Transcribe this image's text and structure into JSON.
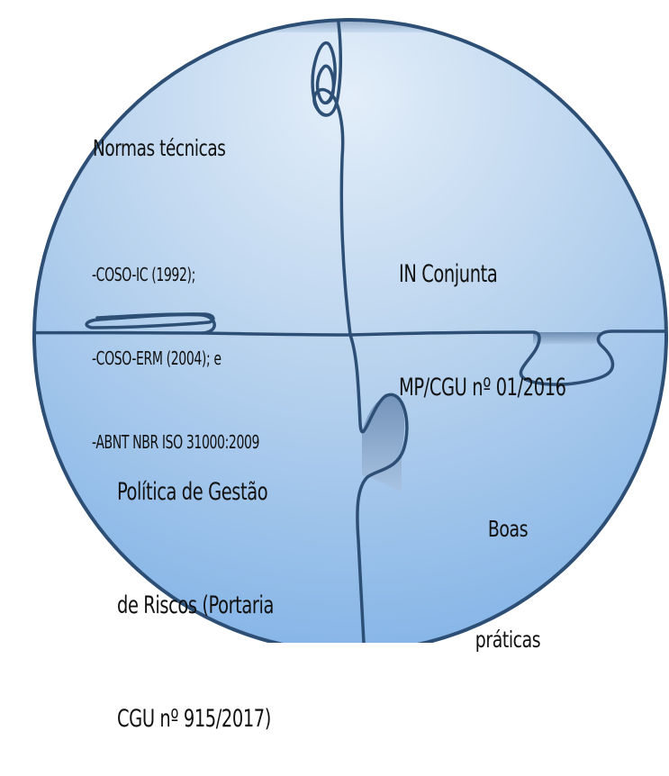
{
  "puzzle": {
    "top_left": {
      "title": "Normas técnicas",
      "items": [
        "-COSO-IC (1992);",
        "-COSO-ERM (2004); e",
        "-ABNT NBR ISO 31000:2009"
      ]
    },
    "top_right": {
      "lines": [
        "IN Conjunta",
        "MP/CGU nº 01/2016"
      ]
    },
    "bottom_left": {
      "lines": [
        "Política de Gestão",
        "de Riscos (Portaria",
        "CGU nº 915/2017)"
      ]
    },
    "bottom_right": {
      "lines": [
        "Boas",
        "práticas"
      ]
    }
  },
  "colors": {
    "piece_top": "#dbe8f5",
    "piece_bottom": "#7fb1e6",
    "outline": "#2e4f75",
    "tab_shade": "#5f7fa6"
  }
}
